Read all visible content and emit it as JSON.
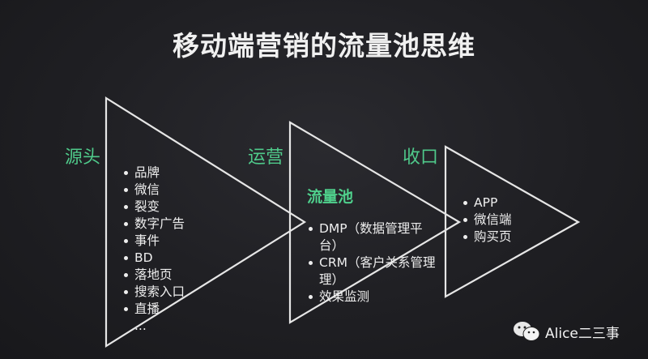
{
  "title": "移动端营销的流量池思维",
  "colors": {
    "background": "#1f1f23",
    "accent_green": "#4fc98a",
    "line": "#e6e6e6",
    "text": "#eeeeee"
  },
  "stages": [
    {
      "label": "源头",
      "items": [
        "品牌",
        "微信",
        "裂变",
        "数字广告",
        "事件",
        "BD",
        "落地页",
        "搜索入口",
        "直播"
      ],
      "more": "..."
    },
    {
      "label": "运营",
      "subtitle": "流量池",
      "items": [
        "DMP（数据管理平",
        "台）",
        "CRM（客户关系管理",
        "理）",
        "效果监测"
      ]
    },
    {
      "label": "收口",
      "items": [
        "APP",
        "微信端",
        "购买页"
      ]
    }
  ],
  "watermark": {
    "icon": "wechat-icon",
    "text": "Alice二三事"
  }
}
